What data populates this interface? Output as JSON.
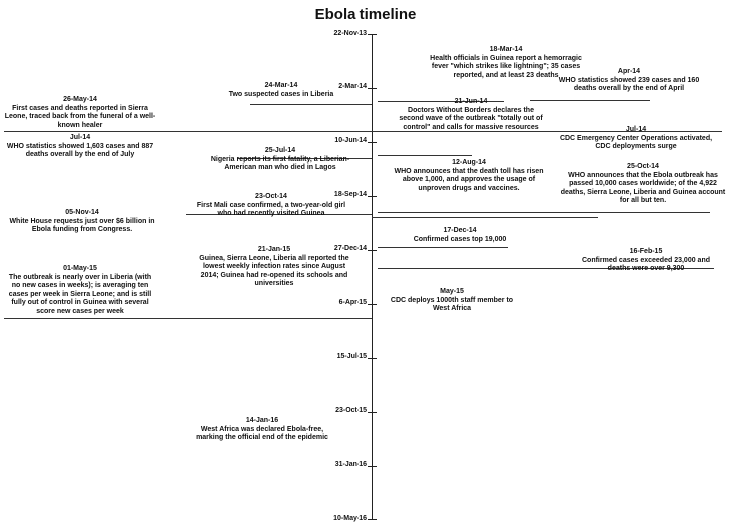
{
  "title": "Ebola timeline",
  "axis": {
    "ticks": [
      "22-Nov-13",
      "2-Mar-14",
      "10-Jun-14",
      "18-Sep-14",
      "27-Dec-14",
      "6-Apr-15",
      "15-Jul-15",
      "23-Oct-15",
      "31-Jan-16",
      "10-May-16"
    ]
  },
  "events": [
    {
      "date": "18-Mar-14",
      "text": "Health officials in Guinea report a hemorragic fever \"which strikes like lightning\"; 35 cases reported, and at least 23 deaths"
    },
    {
      "date": "24-Mar-14",
      "text": "Two suspected cases in Liberia"
    },
    {
      "date": "Apr-14",
      "text": "WHO statistics showed 239 cases and 160 deaths overall by the end of April"
    },
    {
      "date": "26-May-14",
      "text": "First cases and deaths reported in Sierra Leone, traced back from the funeral of a well-known healer"
    },
    {
      "date": "21-Jun-14",
      "text": "Doctors Without Borders declares the second wave of the outbreak \"totally out of control\" and calls for massive resources"
    },
    {
      "date": "Jul-14",
      "text": "WHO statistics showed 1,603 cases and 887 deaths overall by the end of July"
    },
    {
      "date": "Jul-14",
      "text": "CDC Emergency Center Operations activated, CDC deployments surge"
    },
    {
      "date": "25-Jul-14",
      "text": "Nigeria reports its first fatality, a Liberian-American man who died in Lagos"
    },
    {
      "date": "12-Aug-14",
      "text": "WHO announces that the death toll has risen above 1,000, and approves the usage of unproven drugs and vaccines."
    },
    {
      "date": "25-Oct-14",
      "text": "WHO announces that the Ebola outbreak has passed 10,000 cases worldwide; of the 4,922 deaths, Sierra Leone, Liberia and Guinea account for all but ten."
    },
    {
      "date": "23-Oct-14",
      "text": "First Mali case confirmed, a two-year-old girl who had recently visited Guinea"
    },
    {
      "date": "05-Nov-14",
      "text": "White House requests just over $6 billion in Ebola funding from Congress."
    },
    {
      "date": "17-Dec-14",
      "text": "Confirmed cases top 19,000"
    },
    {
      "date": "21-Jan-15",
      "text": "Guinea, Sierra Leone, Liberia all reported the lowest weekly infection rates since August 2014; Guinea had re-opened its schools and universities"
    },
    {
      "date": "16-Feb-15",
      "text": "Confirmed cases exceeded 23,000 and deaths were over 9,300"
    },
    {
      "date": "01-May-15",
      "text": "The outbreak is nearly over in Liberia (with no new cases in weeks); is averaging ten cases per week in Sierra Leone; and is still fully out of control in Guinea with several score new cases per week"
    },
    {
      "date": "May-15",
      "text": "CDC deploys 1000th staff member to West Africa"
    },
    {
      "date": "14-Jan-16",
      "text": "West Africa was declared Ebola-free, marking the official end of the epidemic"
    }
  ]
}
